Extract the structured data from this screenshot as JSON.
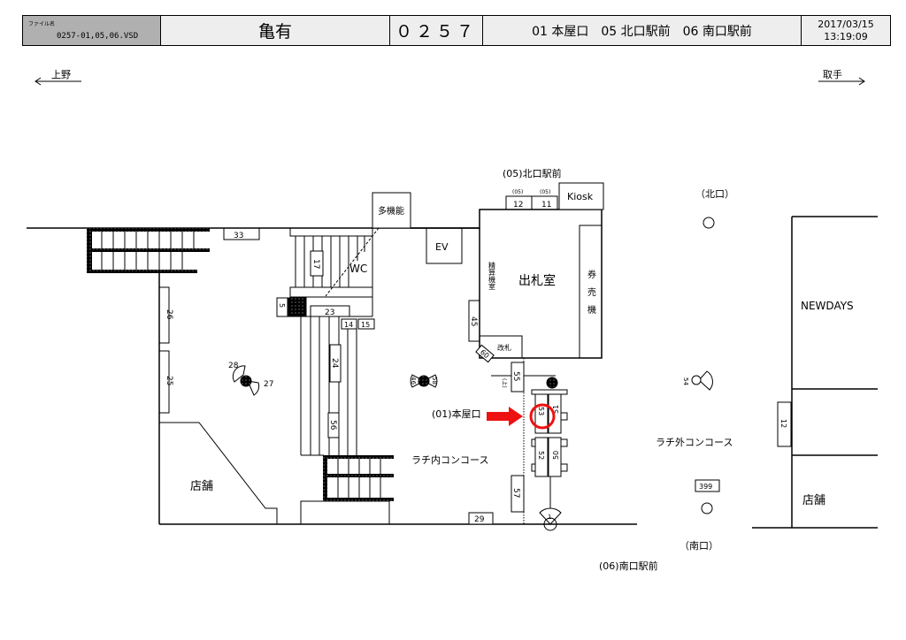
{
  "header": {
    "file_label": "ファイル名",
    "file_name": "0257-01,05,06.VSD",
    "station": "亀有",
    "code": "０２５７",
    "entrances": "01 本屋口　05 北口駅前　06 南口駅前",
    "date": "2017/03/15",
    "time": "13:19:09"
  },
  "directions": {
    "left": "上野",
    "right": "取手"
  },
  "labels": {
    "north_station_front": "(05)北口駅前",
    "south_station_front": "(06)南口駅前",
    "north_exit": "（北口）",
    "south_exit": "（南口）",
    "main_entrance": "(01)本屋口",
    "kiosk": "Kiosk",
    "multi": "多機能",
    "ev": "EV",
    "wc": "WC",
    "ticket_office": "出札室",
    "fare_adj": "精算機室",
    "ticket_machine": "券売機",
    "gate": "改札",
    "inner": "ラチ内コンコース",
    "outer": "ラチ外コンコース",
    "shop_left": "店舗",
    "shop_right": "店舗",
    "newdays": "NEWDAYS",
    "up": "(上)",
    "n05a": "(05)",
    "n05b": "(05)"
  },
  "boxes": {
    "b33": "33",
    "b26": "26",
    "b25": "25",
    "b17": "17",
    "b5": "5",
    "b23": "23",
    "b14": "14",
    "b15": "15",
    "b24": "24",
    "b56": "56",
    "b12": "12",
    "b11": "11",
    "b45": "45",
    "b60": "60",
    "b55": "55",
    "b53": "53",
    "b51": "51",
    "b52": "52",
    "b50": "50",
    "b57": "57",
    "b29": "29",
    "b1": "1",
    "b28": "28",
    "b27": "27",
    "b46": "46",
    "b58": "58",
    "b54": "54",
    "b12r": "12",
    "b399": "399"
  },
  "colors": {
    "highlight": "#ee1111",
    "header_gray": "#b0b0b0"
  }
}
